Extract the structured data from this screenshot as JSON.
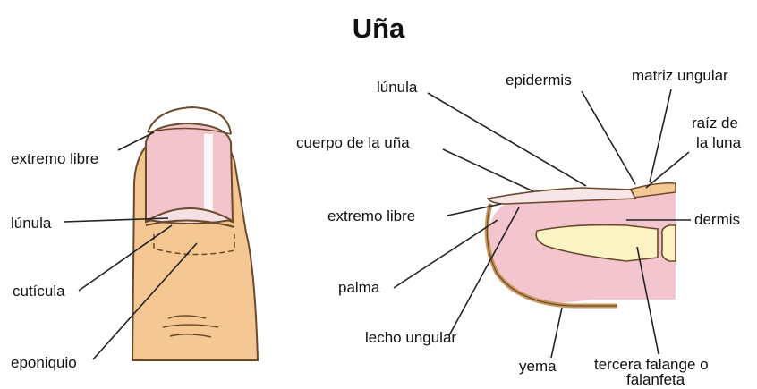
{
  "title": "Uña",
  "left_labels": {
    "extremo_libre": "extremo libre",
    "lunula": "lúnula",
    "cuticula": "cutícula",
    "eponiquio": "eponiquio"
  },
  "right_labels": {
    "lunula": "lúnula",
    "epidermis": "epidermis",
    "matriz_ungular": "matriz ungular",
    "raiz_line1": "raíz de",
    "raiz_line2": "la luna",
    "cuerpo": "cuerpo de la uña",
    "extremo_libre": "extremo libre",
    "dermis": "dermis",
    "palma": "palma",
    "lecho": "lecho ungular",
    "yema": "yema",
    "tercera_line1": "tercera falange o",
    "tercera_line2": "falanfeta"
  },
  "colors": {
    "skin": "#f5c793",
    "skin_outline": "#7a5a3a",
    "nail": "#f2c4cc",
    "nail_highlight": "#ffffff",
    "dermis": "#f3c6cf",
    "bone": "#fbf3c4",
    "leader": "#222222"
  }
}
